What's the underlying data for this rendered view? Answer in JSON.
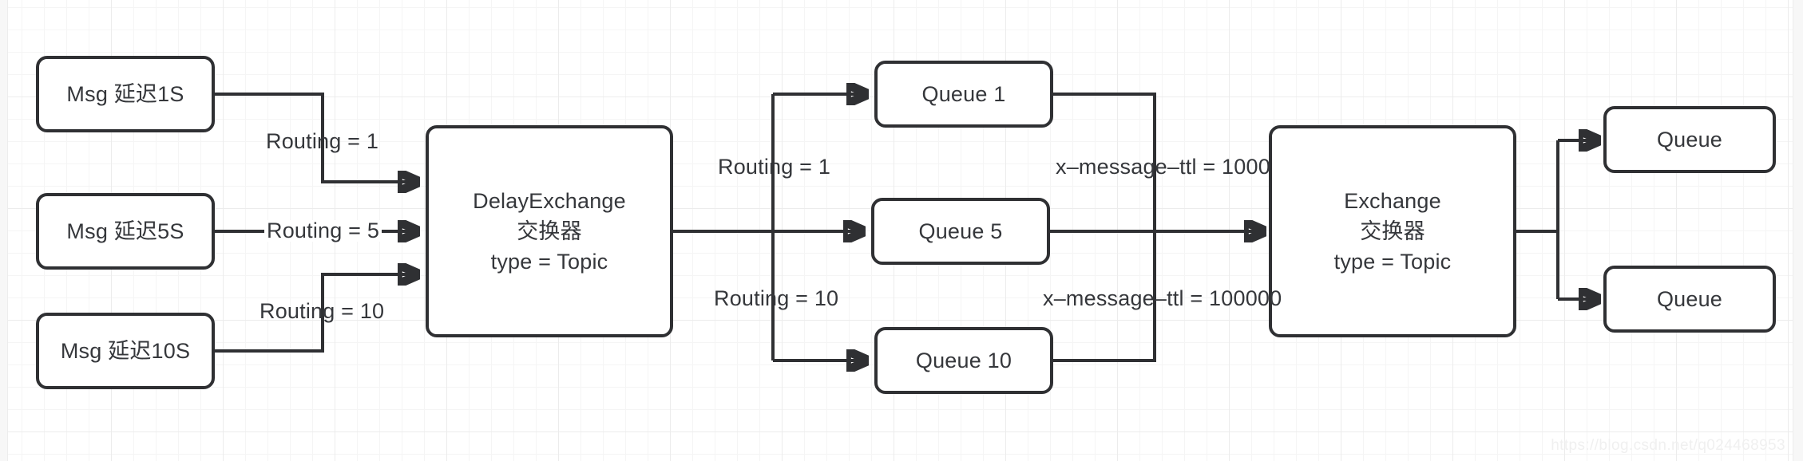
{
  "diagram": {
    "title": "RabbitMQ delay-exchange topology",
    "accent_color": "#2f3033",
    "background_color": "#ffffff",
    "grid_color": "#ececec",
    "nodes": {
      "msg1": {
        "label": "Msg 延迟1S"
      },
      "msg5": {
        "label": "Msg 延迟5S"
      },
      "msg10": {
        "label": "Msg 延迟10S"
      },
      "delay_exchange": {
        "line1": "DelayExchange",
        "line2": "交换器",
        "line3": "type = Topic"
      },
      "queue1": {
        "label": "Queue 1"
      },
      "queue5": {
        "label": "Queue 5"
      },
      "queue10": {
        "label": "Queue 10"
      },
      "exchange": {
        "line1": "Exchange",
        "line2": "交换器",
        "line3": "type = Topic"
      },
      "out_queue_top": {
        "label": "Queue"
      },
      "out_queue_bottom": {
        "label": "Queue"
      }
    },
    "edge_labels": {
      "routing_1_left": "Routing = 1",
      "routing_5_left": "Routing = 5",
      "routing_10_left": "Routing = 10",
      "routing_1_mid": "Routing = 1",
      "routing_10_mid": "Routing = 10",
      "ttl_1000": "x–message–ttl = 1000",
      "ttl_100000": "x–message–ttl = 100000"
    },
    "watermark": "https://blog.csdn.net/q024468953"
  }
}
